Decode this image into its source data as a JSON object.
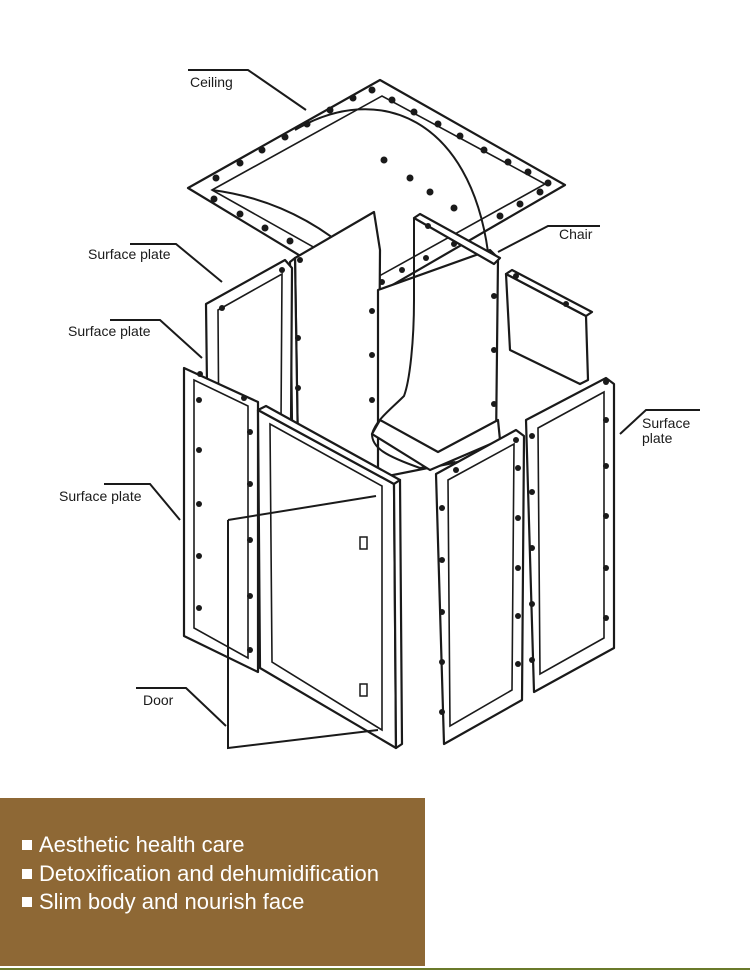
{
  "labels": {
    "ceiling": "Ceiling",
    "chair": "Chair",
    "surface_plate": "Surface plate",
    "surface_plate_right_line1": "Surface",
    "surface_plate_right_line2": "plate",
    "door": "Door"
  },
  "features": [
    "Aesthetic health care",
    "Detoxification and dehumidification",
    "Slim body and nourish face"
  ],
  "colors": {
    "feature_box": "#8e6835",
    "bottom_line": "#6a7a2a",
    "line": "#1a1a1a"
  }
}
